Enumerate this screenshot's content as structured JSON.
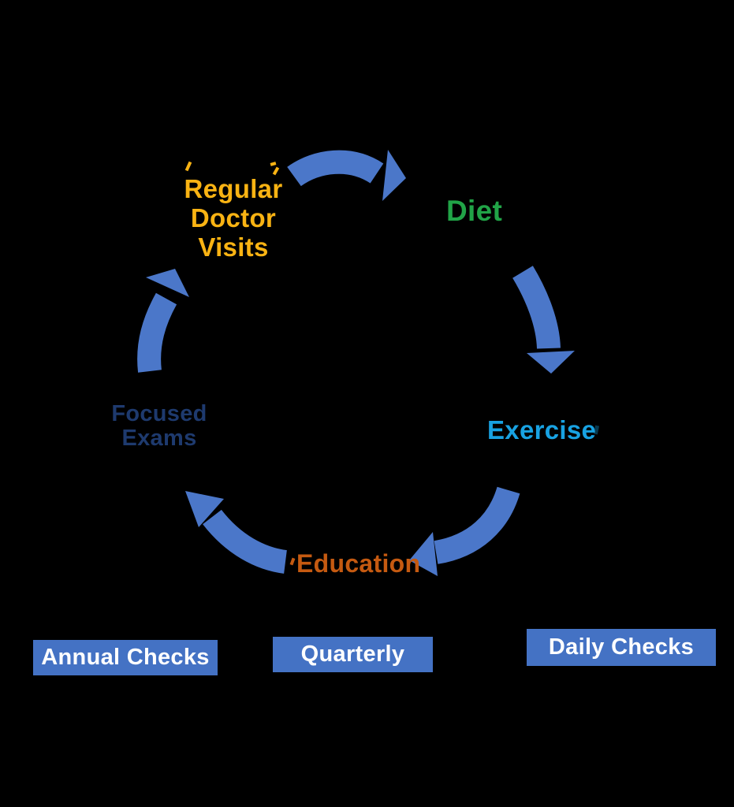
{
  "colors": {
    "background": "#000000",
    "arrow": "#4B77C9",
    "badge_bg": "#4472C4",
    "badge_text": "#FFFFFF",
    "gold": "#F9B313",
    "green": "#21A447",
    "lightblue": "#18A2E2",
    "navy": "#1E3A6E",
    "darkorange": "#C55A11"
  },
  "cycle": {
    "nodes": [
      {
        "id": "regular-doctor-visits",
        "label": "Regular Doctor Visits",
        "lines": [
          "Regular",
          "Doctor",
          "Visits"
        ],
        "color": "#F9B313"
      },
      {
        "id": "diet",
        "label": "Diet",
        "color": "#21A447"
      },
      {
        "id": "exercise",
        "label": "Exercise",
        "color": "#18A2E2"
      },
      {
        "id": "education",
        "label": "Education",
        "color": "#C55A11"
      },
      {
        "id": "focused-exams",
        "label": "Focused Exams",
        "lines": [
          "Focused",
          "Exams"
        ],
        "color": "#1E3A6E"
      }
    ],
    "arrows": [
      {
        "from": "Regular Doctor Visits",
        "to": "Diet"
      },
      {
        "from": "Diet",
        "to": "Exercise"
      },
      {
        "from": "Exercise",
        "to": "Education"
      },
      {
        "from": "Education",
        "to": "Focused Exams"
      },
      {
        "from": "Focused Exams",
        "to": "Regular Doctor Visits"
      }
    ]
  },
  "badges": [
    {
      "id": "annual-checks",
      "label": "Annual Checks"
    },
    {
      "id": "quarterly",
      "label": "Quarterly"
    },
    {
      "id": "daily-checks",
      "label": "Daily Checks"
    }
  ]
}
